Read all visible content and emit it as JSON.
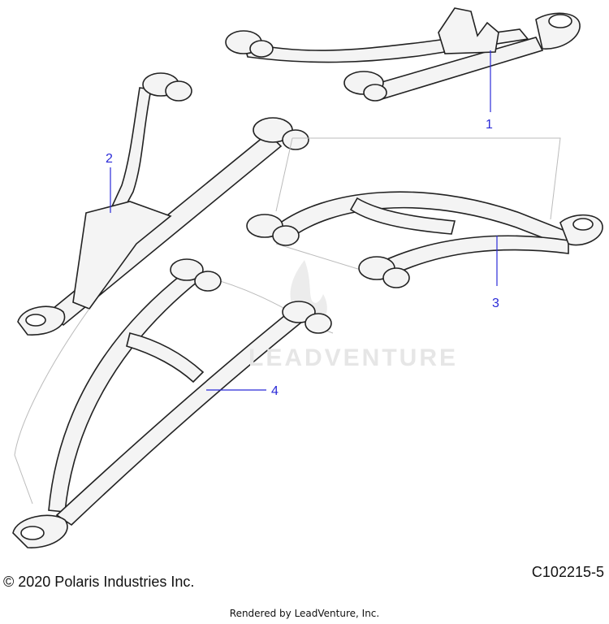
{
  "callouts": [
    "1",
    "2",
    "3",
    "4"
  ],
  "footer": {
    "copyright": "© 2020 Polaris Industries Inc.",
    "figure_code": "C102215-5",
    "rendered_by": "Rendered by LeadVenture, Inc."
  },
  "watermark": {
    "text": "LEADVENTURE",
    "icon": "flame-icon"
  },
  "colors": {
    "callout": "#2a2ad8",
    "line": "#222222",
    "tube_fill": "#f4f4f4"
  }
}
